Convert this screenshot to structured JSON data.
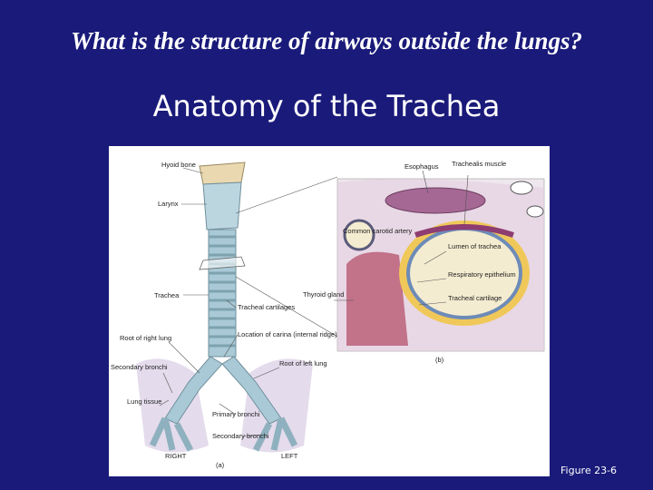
{
  "slide": {
    "title": "What is the structure of airways outside the lungs?",
    "subtitle": "Anatomy of the Trachea",
    "caption": "Figure 23-6"
  },
  "figure": {
    "panel_a": {
      "tag": "(a)",
      "labels": {
        "hyoid": "Hyoid bone",
        "larynx": "Larynx",
        "trachea": "Trachea",
        "tracheal_cartilages": "Tracheal cartilages",
        "carina": "Location of carina (internal ridge)",
        "root_right": "Root of right lung",
        "root_left": "Root of left lung",
        "secondary_bronchi": "Secondary bronchi",
        "lung_tissue": "Lung tissue",
        "primary_bronchi": "Primary bronchi",
        "secondary_bronchi_b": "Secondary bronchi",
        "right": "RIGHT",
        "left": "LEFT"
      }
    },
    "panel_b": {
      "tag": "(b)",
      "labels": {
        "esophagus": "Esophagus",
        "trachealis": "Trachealis muscle",
        "carotid": "Common carotid artery",
        "lumen": "Lumen of trachea",
        "thyroid": "Thyroid gland",
        "epithelium": "Respiratory epithelium",
        "cartilage": "Tracheal cartilage"
      }
    }
  },
  "colors": {
    "background": "#1a1a7a",
    "text": "#ffffff",
    "cartilage": "#a9c9d6",
    "tissue": "#b5506a",
    "lumen": "#f4ecd0"
  }
}
